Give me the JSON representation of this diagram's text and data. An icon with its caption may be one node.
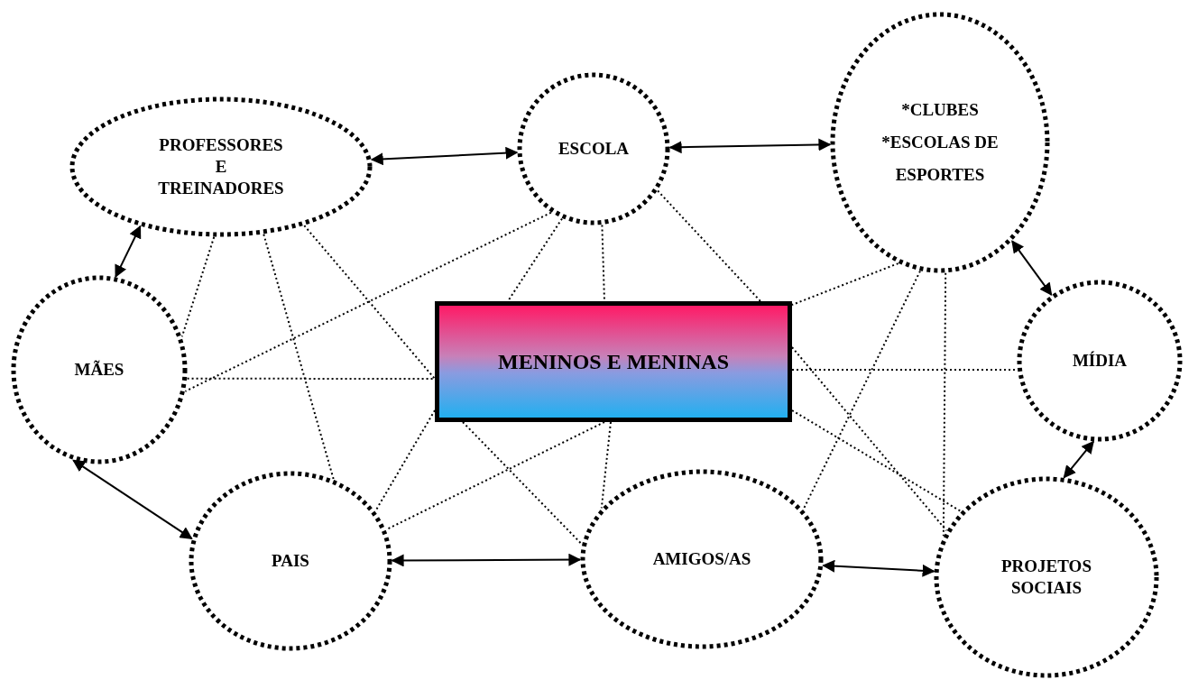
{
  "diagram": {
    "nodes": [
      {
        "text": [
          "PROFESSORES E TREINADORES"
        ]
      },
      {
        "text": [
          "ESCOLA"
        ]
      },
      {
        "text": [
          "*CLUBES *ESCOLAS DE ESPORTES"
        ]
      },
      {
        "text": [
          "MÍDIA"
        ]
      },
      {
        "text": [
          "MÃES"
        ]
      },
      {
        "text": [
          "MENINOS E MENINAS"
        ]
      },
      {
        "text": [
          "PAIS"
        ]
      },
      {
        "text": [
          "AMIGOS/AS"
        ]
      },
      {
        "text": [
          "PROJETOS SOCIAIS"
        ]
      }
    ],
    "edges": [
      {
        "from": 0,
        "to": 1,
        "arrow": "both"
      },
      {
        "from": 1,
        "to": 2,
        "arrow": "both"
      },
      {
        "from": 2,
        "to": 3,
        "arrow": "both"
      },
      {
        "from": 0,
        "to": 4,
        "arrow": "both"
      },
      {
        "from": 4,
        "to": 6,
        "arrow": "both"
      },
      {
        "from": 6,
        "to": 7,
        "arrow": "both"
      },
      {
        "from": 7,
        "to": 8,
        "arrow": "both"
      },
      {
        "from": 3,
        "to": 8,
        "arrow": "both"
      },
      {
        "from": 0,
        "to": 4,
        "arrow": "none",
        "style": "dashed"
      },
      {
        "from": 0,
        "to": 6,
        "arrow": "none",
        "style": "dashed"
      },
      {
        "from": 0,
        "to": 5,
        "arrow": "none",
        "style": "dashed"
      },
      {
        "from": 5,
        "to": 7,
        "arrow": "none",
        "style": "dashed"
      },
      {
        "from": 1,
        "to": 4,
        "arrow": "none",
        "style": "dashed"
      },
      {
        "from": 1,
        "to": 5,
        "arrow": "none",
        "style": "dashed"
      },
      {
        "from": 5,
        "to": 6,
        "arrow": "none",
        "style": "dashed"
      },
      {
        "from": 1,
        "to": 5,
        "arrow": "none",
        "style": "dashed"
      },
      {
        "from": 5,
        "to": 7,
        "arrow": "none",
        "style": "dashed"
      },
      {
        "from": 1,
        "to": 5,
        "arrow": "none",
        "style": "dashed"
      },
      {
        "from": 5,
        "to": 8,
        "arrow": "none",
        "style": "dashed"
      },
      {
        "from": 4,
        "to": 5,
        "arrow": "none",
        "style": "dashed"
      },
      {
        "from": 5,
        "to": 3,
        "arrow": "none",
        "style": "dashed"
      },
      {
        "from": 2,
        "to": 5,
        "arrow": "none",
        "style": "dashed"
      },
      {
        "from": 5,
        "to": 6,
        "arrow": "none",
        "style": "dashed"
      },
      {
        "from": 2,
        "to": 7,
        "arrow": "none",
        "style": "dashed"
      },
      {
        "from": 2,
        "to": 8,
        "arrow": "none",
        "style": "dashed"
      },
      {
        "from": 5,
        "to": 8,
        "arrow": "none",
        "style": "dashed"
      }
    ]
  }
}
